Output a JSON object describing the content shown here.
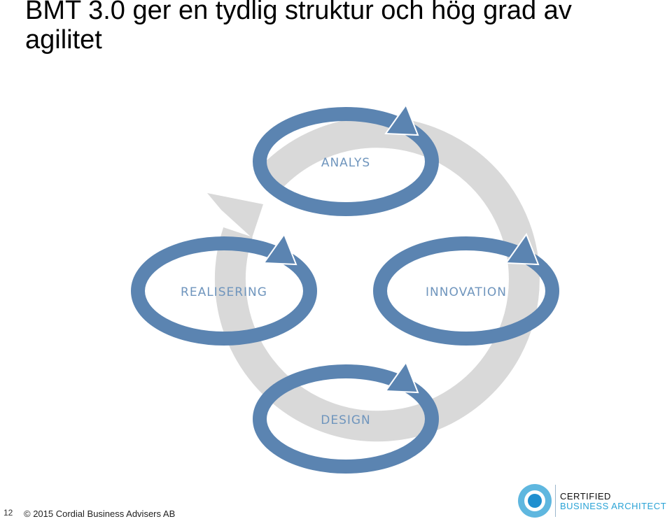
{
  "slide": {
    "title": "BMT 3.0 ger en tydlig struktur och hög grad av agilitet",
    "page_number": "12",
    "copyright": "© 2015 Cordial Business Advisers AB"
  },
  "diagram": {
    "nodes": [
      {
        "label": "ANALYS"
      },
      {
        "label": "INNOVATION"
      },
      {
        "label": "DESIGN"
      },
      {
        "label": "REALISERING"
      }
    ],
    "colors": {
      "ring": "#5b84b1",
      "ring_stroke": "#ffffff",
      "cycle": "#d9d9d9",
      "label": "#6f95bd"
    }
  },
  "logo": {
    "line1": "CERTIFIED",
    "line2": "BUSINESS ARCHITECT",
    "icon": "circle-logo-icon",
    "colors": {
      "outer": "#5fb7df",
      "inner": "#1f8fcf"
    }
  }
}
